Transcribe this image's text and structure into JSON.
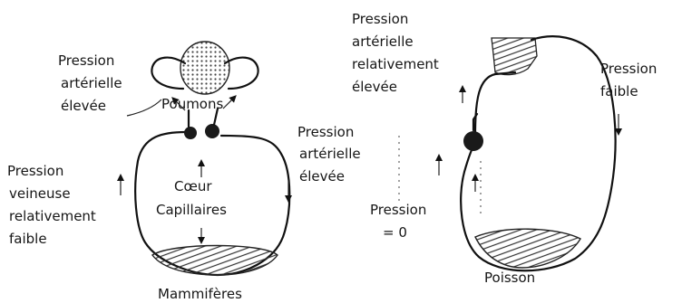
{
  "mammal": {
    "caption": "Mammifères",
    "lung_label": "Poumons",
    "heart_label": "Cœur",
    "capillary_label": "Capillaires",
    "pulmonary_pressure": [
      "Pression",
      "artérielle",
      "élevée"
    ],
    "systemic_pressure": [
      "Pression",
      "artérielle",
      "élevée"
    ],
    "venous_pressure": [
      "Pression",
      "veineuse",
      "relativement",
      "faible"
    ]
  },
  "fish": {
    "caption": "Poisson",
    "arterial_pressure": [
      "Pression",
      "artérielle",
      "relativement",
      "élevée"
    ],
    "low_pressure": [
      "Pression",
      "faible"
    ],
    "zero_pressure": [
      "Pression",
      "= 0"
    ]
  }
}
